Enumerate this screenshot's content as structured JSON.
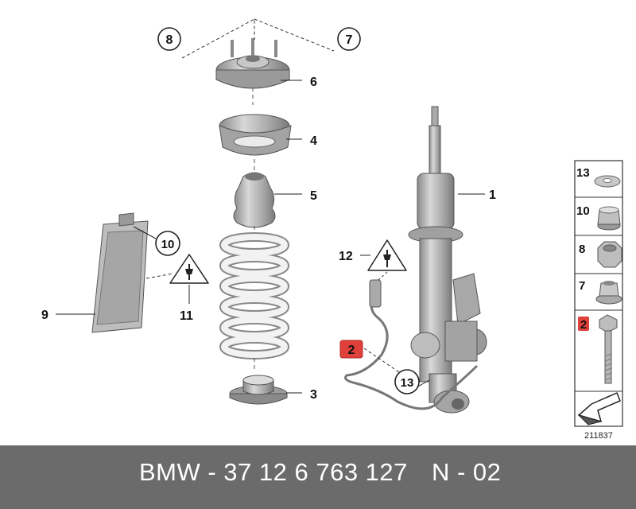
{
  "callouts": {
    "c1": "1",
    "c2": "2",
    "c3": "3",
    "c4": "4",
    "c5": "5",
    "c6": "6",
    "c7": "7",
    "c8": "8",
    "c9": "9",
    "c10": "10",
    "c11": "11",
    "c12": "12",
    "c13": "13"
  },
  "sidebar": {
    "items": [
      {
        "label": "13",
        "icon": "washer-icon"
      },
      {
        "label": "10",
        "icon": "collar-nut-icon"
      },
      {
        "label": "8",
        "icon": "hex-nut-icon"
      },
      {
        "label": "7",
        "icon": "flange-nut-icon"
      },
      {
        "label": "2",
        "icon": "bolt-icon",
        "highlight": true
      }
    ]
  },
  "figure_id": "211837",
  "footer": {
    "part_number": "BMW - 37 12 6 763 127",
    "code": "N - 02"
  },
  "colors": {
    "highlight": "#e0403a",
    "footer_bg": "#6b6b6b",
    "part_gray": "#b8b8b8"
  }
}
